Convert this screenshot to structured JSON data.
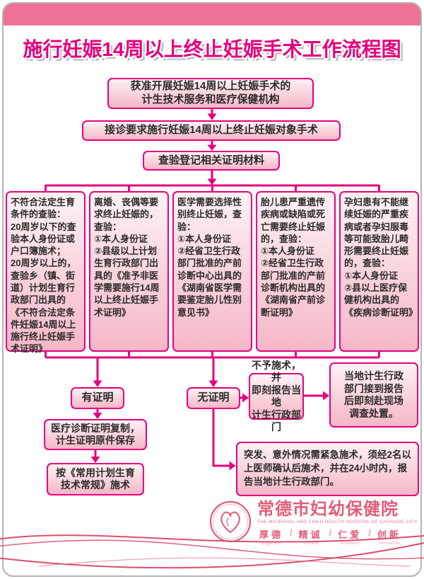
{
  "title": "施行妊娠14周以上终止妊娠手术工作流程图",
  "flow": {
    "approved_org": "获准开展妊娠14周以上妊娠手术的\n计生技术服务和医疗保健机构",
    "reception": "接诊要求施行妊娠14周以上终止妊娠对象手术",
    "check_register": "查验登记相关证明材料",
    "conditions": [
      {
        "text": "不符合法定生育条件的查验：\n20周岁以下的查验本人身份证或户口簿施术；\n20周岁以上的，查验乡（镇、街道）计划生育行政部门出具的《不符合法定条件妊娠14周以上施行终止妊娠手术证明》"
      },
      {
        "text": "离婚、丧偶等要求终止妊娠的，查验：\n①本人身份证\n②县级以上计划生育行政部门出具的《准予非医学需要施行14周以上终止妊娠手术证明》"
      },
      {
        "text": "医学需要选择性别终止妊娠，查验：\n①本人身份证\n②经省卫生行政部门批准的产前诊断中心出具的《湖南省医学需要鉴定胎儿性别意见书》"
      },
      {
        "text": "胎儿患严重遗传疾病或缺陷或死亡需要终止妊娠的，查验：\n①本人身份证\n②经省卫生行政部门批准的产前诊断机构出具的《湖南省产前诊断证明》"
      },
      {
        "text": "孕妇患有不能继续妊娠的严重疾病或者孕妇服毒等可能致胎儿畸形需要终止妊娠的，查验：\n①本人身份证\n②县以上医疗保健机构出具的《疾病诊断证明》"
      }
    ],
    "has_cert": "有证明",
    "no_cert": "无证明",
    "copy_keep": "医疗诊断证明复制，\n计生证明原件保存",
    "operate_per_rules": "按《常用计划生育\n技术常规》施术",
    "refuse": "不予施术，并\n即刻报告当地\n计生行政部门",
    "authority_response": "当地计生行政\n部门接到报告\n后即刻赴现场\n调查处置。",
    "emergency": "突发、意外情况需紧急施术，须经2名以上医师确认后施术，并在24小时内，报告当地计生行政部门。"
  },
  "footer": {
    "hospital_name": "常德市妇幼保健院",
    "hospital_name_en": "THE MATERNAL AND CHILD HEALTH HOSPITAL OF CHANGDE CITY",
    "motto_separator": "/",
    "mottos": [
      {
        "cn": "厚德",
        "en": "Rigorous"
      },
      {
        "cn": "精诚",
        "en": "Sincere"
      },
      {
        "cn": "仁爱",
        "en": "Kindness"
      },
      {
        "cn": "创新",
        "en": "Innovative"
      }
    ]
  },
  "colors": {
    "accent": "#E6007E",
    "band": "#EE7295",
    "box_fill_top": "#FDF2F4",
    "box_fill_bottom": "#F5B7C7",
    "logo_pink": "#E25C78"
  }
}
